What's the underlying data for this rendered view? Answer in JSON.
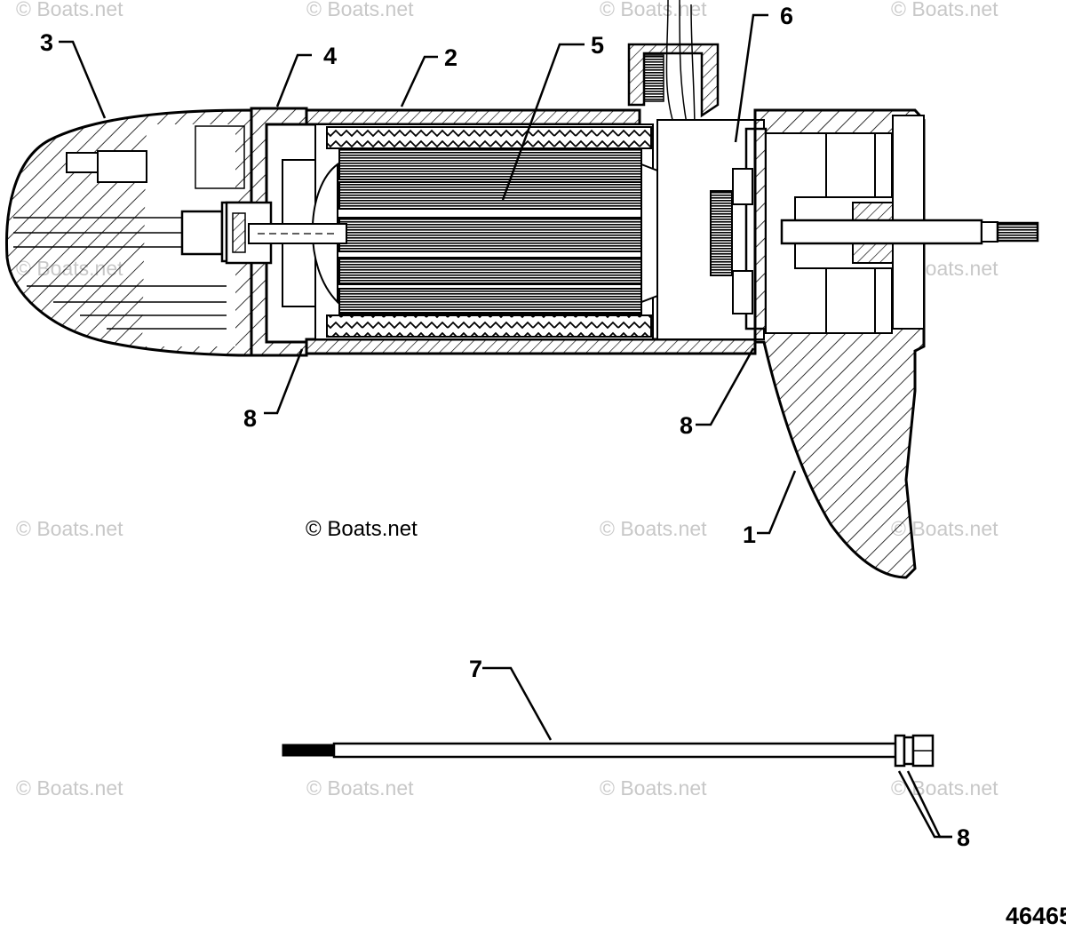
{
  "diagram": {
    "figure_number": "46465",
    "copyright": "© Boats.net",
    "watermark": "© Boats.net",
    "callouts": [
      {
        "id": "callout-1",
        "number": "1"
      },
      {
        "id": "callout-2",
        "number": "2"
      },
      {
        "id": "callout-3",
        "number": "3"
      },
      {
        "id": "callout-4",
        "number": "4"
      },
      {
        "id": "callout-5",
        "number": "5"
      },
      {
        "id": "callout-6",
        "number": "6"
      },
      {
        "id": "callout-7",
        "number": "7"
      },
      {
        "id": "callout-8a",
        "number": "8"
      },
      {
        "id": "callout-8b",
        "number": "8"
      },
      {
        "id": "callout-8c",
        "number": "8"
      }
    ]
  }
}
